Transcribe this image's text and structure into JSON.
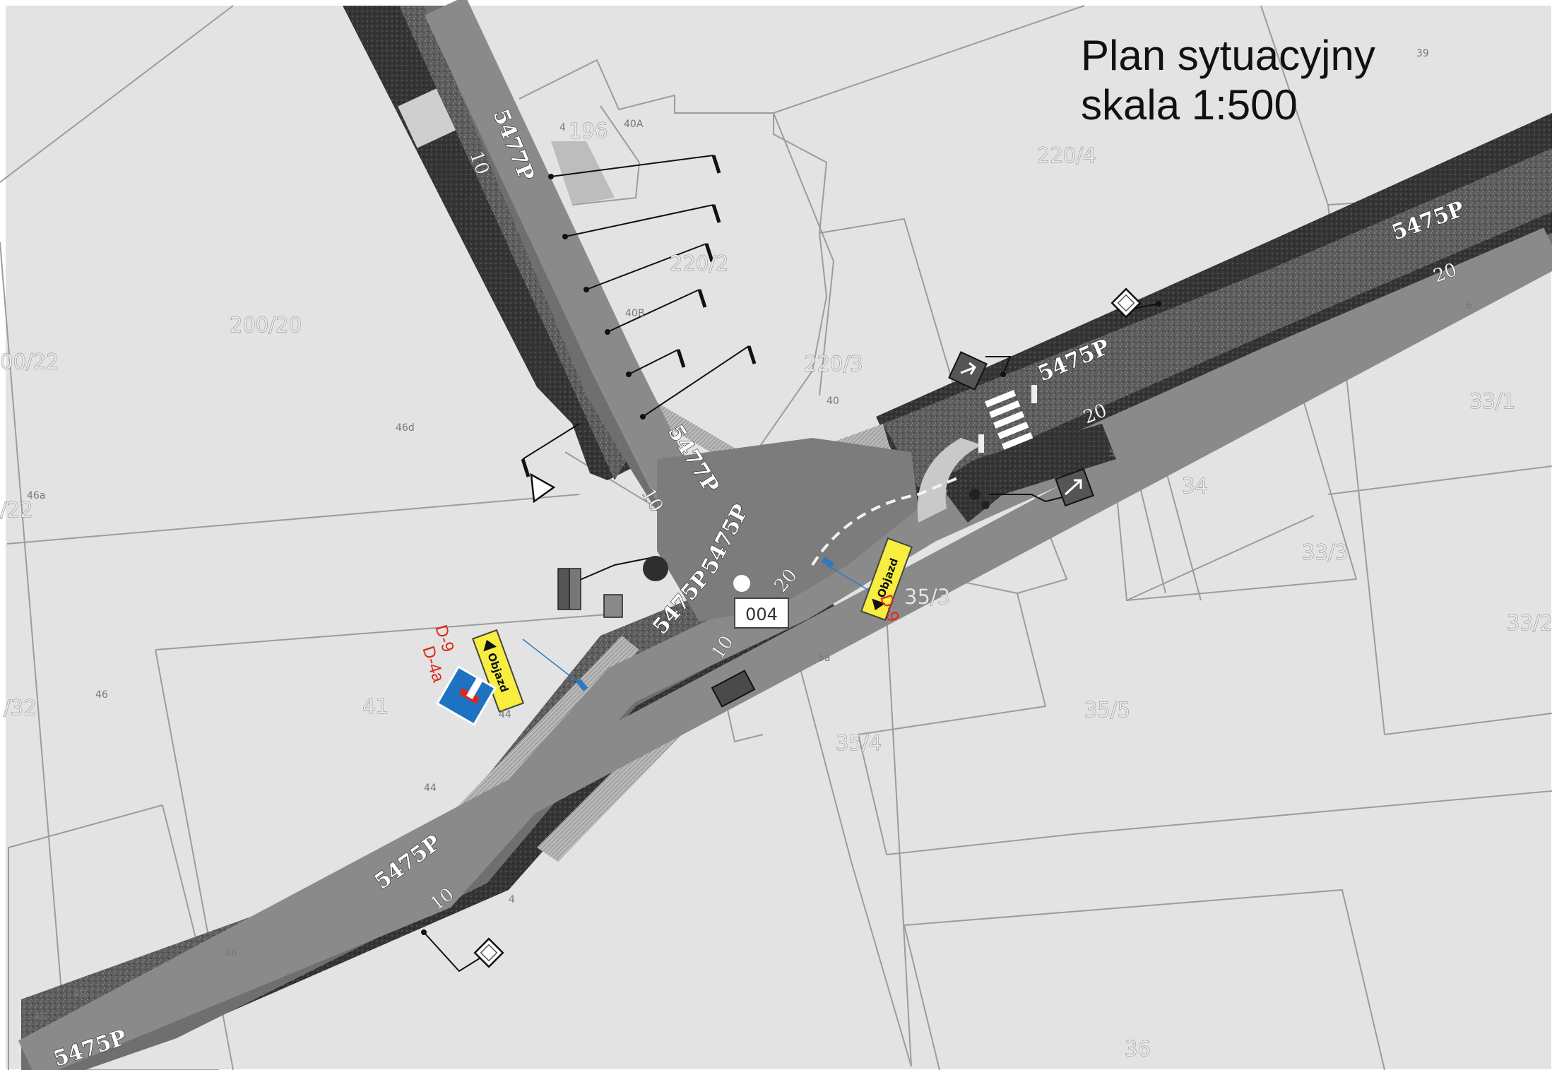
{
  "title": {
    "line1": "Plan sytuacyjny",
    "line2": "skala 1:500"
  },
  "parcels": [
    {
      "label": "200/20"
    },
    {
      "label": "220/2"
    },
    {
      "label": "220/3"
    },
    {
      "label": "220/4"
    },
    {
      "label": "196"
    },
    {
      "label": "41"
    },
    {
      "label": "34"
    },
    {
      "label": "35/3"
    },
    {
      "label": "35/4"
    },
    {
      "label": "35/5"
    },
    {
      "label": "33/1"
    },
    {
      "label": "33/3"
    },
    {
      "label": "33/2"
    },
    {
      "label": "36"
    },
    {
      "label": "00/22"
    },
    {
      "label": "/22"
    },
    {
      "label": "/32"
    }
  ],
  "house_numbers": [
    "4",
    "40A",
    "40B",
    "40",
    "46d",
    "46a",
    "46",
    "44",
    "44",
    "4",
    "46",
    "48",
    "48",
    "5",
    "5a",
    "39",
    "6"
  ],
  "roads": {
    "main": "5475P",
    "secondary": "5477P"
  },
  "road_widths": {
    "main": "20",
    "secondary": "10"
  },
  "node_label": "004",
  "sign_codes": {
    "d9": "D-9",
    "d4a": "D-4a"
  },
  "detour_text": "Objazd",
  "colors": {
    "sign_yellow": "#f7ee3f",
    "sign_blue": "#1d73c2",
    "sign_red": "#e0261b",
    "pointer_blue": "#2f78c4"
  }
}
